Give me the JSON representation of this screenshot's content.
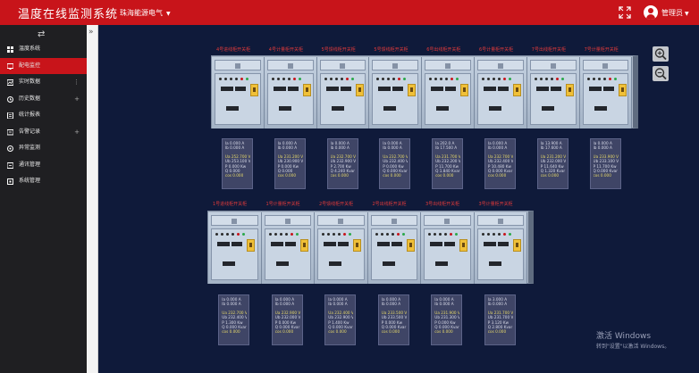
{
  "app": {
    "title": "温度在线监测系统",
    "company": "珠海能源电气",
    "user": "管理员"
  },
  "icons": {
    "fullscreen": "expand-icon",
    "avatar": "user-avatar-icon",
    "collapse": "double-chevron-right-icon",
    "menu_toggle": "swap-arrows-icon",
    "zoom_in": "zoom-in-icon",
    "zoom_out": "zoom-out-icon"
  },
  "colors": {
    "brand": "#c8141a",
    "background": "#0f1a3a",
    "sidebar": "#1f1f22",
    "cabinet_label": "#e23a3a",
    "panel": "#3f4566",
    "panel_text": "#d8dae8",
    "panel_highlight": "#e6d86a"
  },
  "sidebar": {
    "items": [
      {
        "label": "温度系统",
        "icon": "grid-icon",
        "active": false,
        "expandable": false
      },
      {
        "label": "配电监控",
        "icon": "monitor-icon",
        "active": true,
        "expandable": false
      },
      {
        "label": "实时数据",
        "icon": "realtime-icon",
        "active": false,
        "expandable": true
      },
      {
        "label": "历史数据",
        "icon": "history-icon",
        "active": false,
        "expandable": true
      },
      {
        "label": "统计报表",
        "icon": "report-icon",
        "active": false,
        "expandable": false
      },
      {
        "label": "告警记录",
        "icon": "alarm-icon",
        "active": false,
        "expandable": true
      },
      {
        "label": "异常监测",
        "icon": "warning-icon",
        "active": false,
        "expandable": false
      },
      {
        "label": "通讯管理",
        "icon": "network-icon",
        "active": false,
        "expandable": false
      },
      {
        "label": "系统管理",
        "icon": "settings-icon",
        "active": false,
        "expandable": false
      }
    ]
  },
  "row1": {
    "cabinets": [
      "4号进线柜开关柜",
      "4号计量柜开关柜",
      "5号馈线柜开关柜",
      "5号馈线柜开关柜",
      "6号出线柜开关柜",
      "6号计量柜开关柜",
      "7号出线柜开关柜",
      "7号计量柜开关柜"
    ],
    "panels": [
      [
        "Ia 0.000 A",
        "Ib 0.000 A",
        "",
        "Ua 252.700 V",
        "Ub 253.100 V",
        "P 0.000 Kw",
        "Q 0.000",
        "cos 0.000"
      ],
      [
        "Ia 0.000 A",
        "Ib 0.000 A",
        "",
        "Ua 231.200 V",
        "Ub 230.900 V",
        "P 0.000 Kw",
        "Q 0.000",
        "cos 0.000"
      ],
      [
        "Ia 0.000 A",
        "Ib 0.000 A",
        "",
        "Ua 232.700 V",
        "Ub 232.900 V",
        "P 2.700 Kw",
        "Q 4.240 Kvar",
        "cos 0.000"
      ],
      [
        "Ia 0.000 A",
        "Ib 0.000 A",
        "",
        "Ua 232.700 V",
        "Ub 232.400 V",
        "P 0.000 Kw",
        "Q 0.000 Kvar",
        "cos 0.000"
      ],
      [
        "Ia 202.0 A",
        "Ib 17.500 A",
        "",
        "Ua 231.700 V",
        "Ub 232.200 V",
        "P 11.700 Kw",
        "Q 1.840 Kvar",
        "cos 0.000"
      ],
      [
        "Ia 0.000 A",
        "Ib 0.000 A",
        "",
        "Ua 232.700 V",
        "Ub 232.400 V",
        "P 10.480 Kw",
        "Q 0.000 Kvar",
        "cos 0.000"
      ],
      [
        "Ia 13.900 A",
        "Ib 17.600 A",
        "",
        "Ua 231.200 V",
        "Ub 232.000 V",
        "P 11.640 Kw",
        "Q 1.320 Kvar",
        "cos 0.000"
      ],
      [
        "Ia 0.000 A",
        "Ib 0.000 A",
        "",
        "Ua 233.900 V",
        "Ub 233.100 V",
        "P 11.700 Kw",
        "Q 0.000 Kvar",
        "cos 0.000"
      ]
    ]
  },
  "row2": {
    "cabinets": [
      "1号进线柜开关柜",
      "1号计量柜开关柜",
      "2号馈线柜开关柜",
      "2号出线柜开关柜",
      "3号出线柜开关柜",
      "3号计量柜开关柜"
    ],
    "panels": [
      [
        "Ia 0.000 A",
        "Ib 0.000 A",
        "",
        "Ua 232.700 V",
        "Ub 232.400 V",
        "P 1.300 Kw",
        "Q 0.000 Kvar",
        "cos 0.000"
      ],
      [
        "Ia 0.000 A",
        "Ib 0.000 A",
        "",
        "Ua 232.900 V",
        "Ub 232.000 V",
        "P 0.000 Kw",
        "Q 0.000 Kvar",
        "cos 0.000"
      ],
      [
        "Ia 0.000 A",
        "Ib 0.000 A",
        "",
        "Ua 232.400 V",
        "Ub 232.900 V",
        "P 1.400 Kw",
        "Q 0.000 Kvar",
        "cos 0.000"
      ],
      [
        "Ia 0.000 A",
        "Ib 0.000 A",
        "",
        "Ua 233.500 V",
        "Ub 233.500 V",
        "P 0.000 Kw",
        "Q 0.000 Kvar",
        "cos 0.000"
      ],
      [
        "Ia 0.000 A",
        "Ib 0.000 A",
        "",
        "Ua 231.900 V",
        "Ub 231.300 V",
        "P 0.000 Kw",
        "Q 0.000 Kvar",
        "cos 0.000"
      ],
      [
        "Ia 3.000 A",
        "Ib 0.000 A",
        "",
        "Ua 231.700 V",
        "Ub 231.700 V",
        "P 3.120 Kw",
        "Q 2.800 Kvar",
        "cos 0.000"
      ]
    ]
  },
  "watermark": {
    "line1": "激活 Windows",
    "line2": "转到\"设置\"以激活 Windows。"
  }
}
